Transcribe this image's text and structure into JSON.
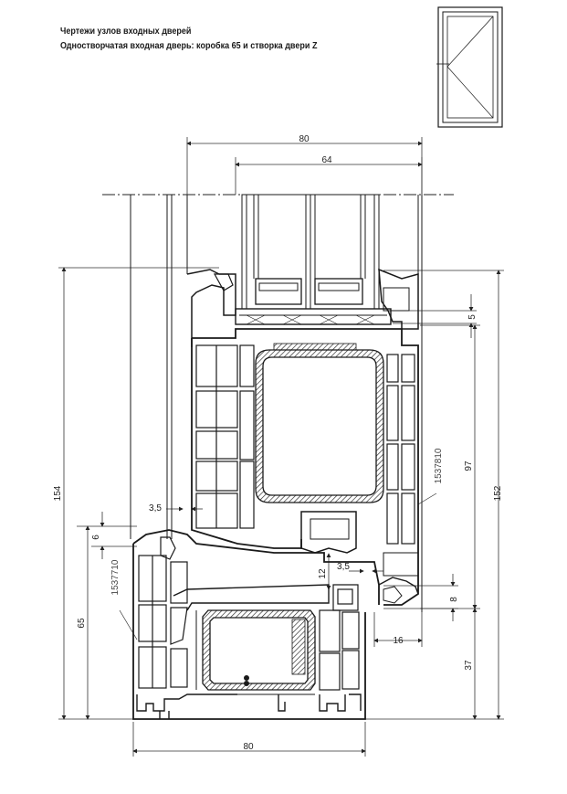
{
  "header": {
    "title": "Чертежи узлов входных дверей",
    "subtitle": "Одностворчатая входная дверь: коробка 65 и створка двери Z"
  },
  "dimensions": {
    "top_width": "80",
    "glass_width": "64",
    "left_height": "154",
    "right_height": "152",
    "mid_height": "97",
    "bottom_right_height": "37",
    "left_lower_height": "65",
    "bottom_width": "80",
    "small_left_gap": "3,5",
    "small_left_height": "6",
    "small_mid_gap": "3,5",
    "small_mid_height": "12",
    "small_right_height": "8",
    "top_right_gap": "5",
    "bottom_right_width": "16"
  },
  "article_numbers": {
    "sash": "1537810",
    "frame": "1537710"
  },
  "colors": {
    "stroke": "#1a1a1a",
    "dim_line": "#333333"
  }
}
